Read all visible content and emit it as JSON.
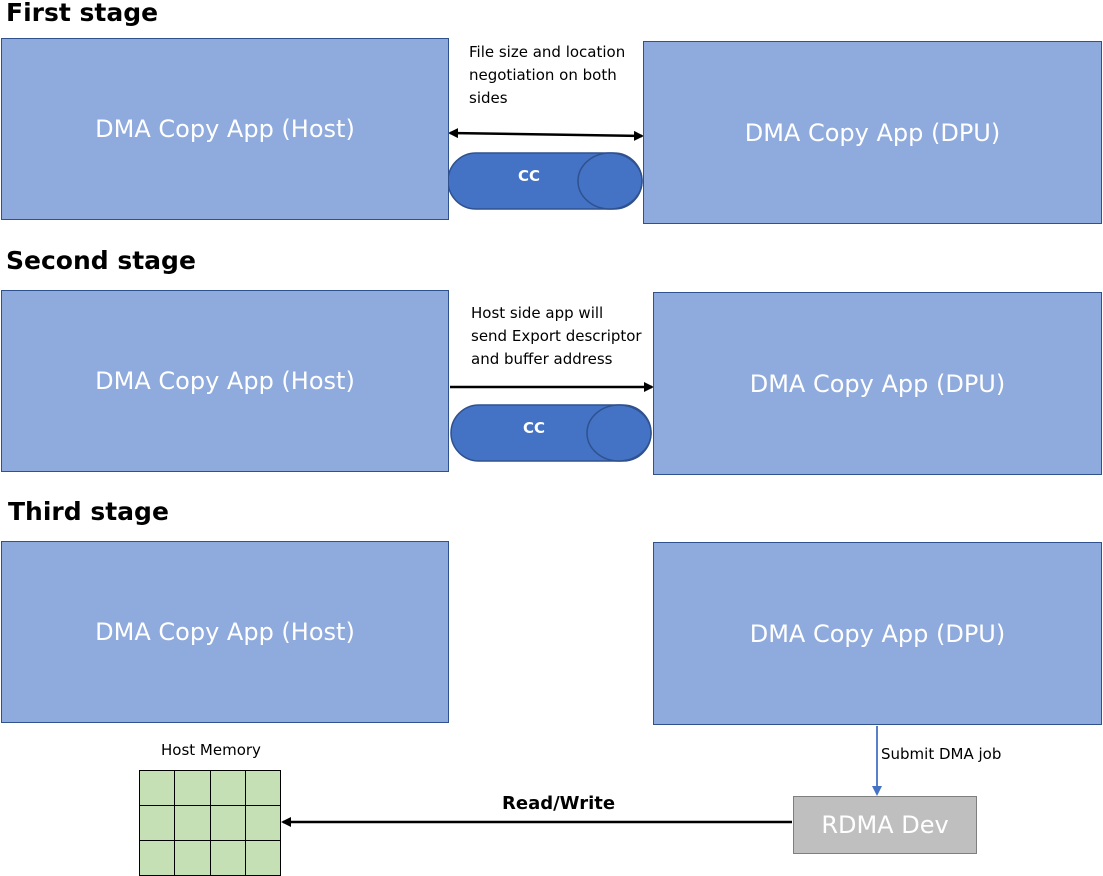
{
  "stages": [
    {
      "title": "First stage",
      "host_app": "DMA Copy App (Host)",
      "dpu_app": "DMA Copy App (DPU)",
      "note": "File size and location negotiation on both sides",
      "channel": "CC"
    },
    {
      "title": "Second stage",
      "host_app": "DMA Copy App (Host)",
      "dpu_app": "DMA Copy App (DPU)",
      "note": "Host side app will send Export descriptor and buffer address",
      "channel": "CC"
    },
    {
      "title": "Third stage",
      "host_app": "DMA Copy App (Host)",
      "dpu_app": "DMA Copy App (DPU)"
    }
  ],
  "host_memory": {
    "label": "Host Memory",
    "rows": 3,
    "cols": 4
  },
  "rdma": {
    "label": "RDMA Dev",
    "submit_label": "Submit DMA job",
    "rw_label": "Read/Write"
  },
  "colors": {
    "app_fill": "#8faadc",
    "app_border": "#2f528f",
    "cc_fill": "#4472c4",
    "memory_fill": "#c5e0b4",
    "rdma_fill": "#bfbfbf",
    "submit_arrow": "#4472c4"
  }
}
